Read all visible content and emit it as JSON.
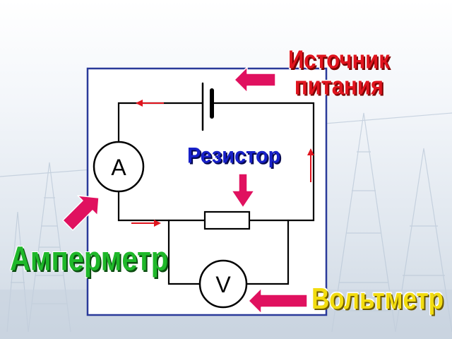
{
  "labels": {
    "source_line1": "Источник",
    "source_line2": "питания",
    "resistor": "Резистор",
    "ammeter": "Амперметр",
    "voltmeter": "Вольтметр"
  },
  "symbols": {
    "ammeter": "A",
    "voltmeter": "V"
  },
  "colors": {
    "frame": "#2a3a9a",
    "wire": "#000000",
    "current_arrow": "#e0141e",
    "pointer_arrow": "#e0115f",
    "source_label": "#e0141e",
    "resistor_label": "#1720c8",
    "ammeter_label": "#1fb82a",
    "voltmeter_label": "#f2dc10"
  }
}
